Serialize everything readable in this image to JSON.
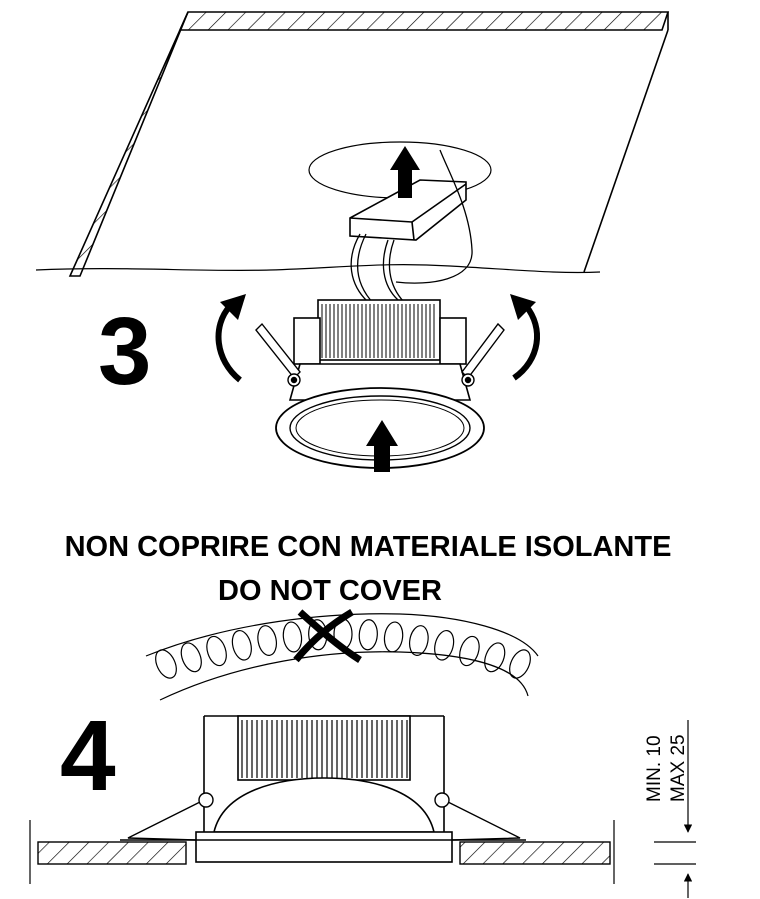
{
  "steps": {
    "step3": {
      "number": "3"
    },
    "step4": {
      "number": "4"
    }
  },
  "warning": {
    "line_it": "NON COPRIRE CON MATERIALE ISOLANTE",
    "line_en": "DO NOT COVER"
  },
  "dimension": {
    "min_label": "MIN. 10",
    "max_label": "MAX 25"
  },
  "colors": {
    "ink": "#000000",
    "paper": "#ffffff"
  }
}
